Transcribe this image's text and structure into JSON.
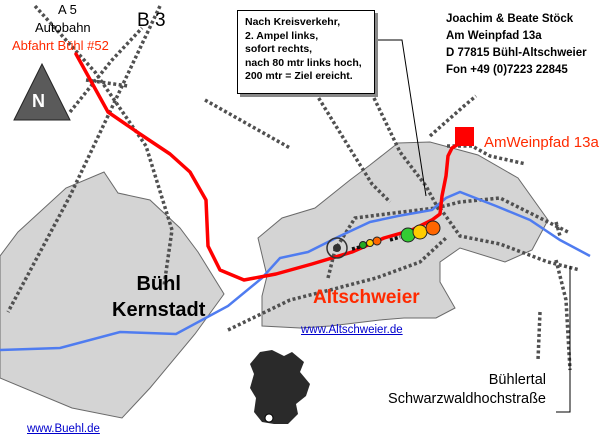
{
  "labels": {
    "a5": "A 5",
    "autobahn": "Autobahn",
    "exit": "Abfahrt Bühl  #52",
    "b3": "B 3",
    "destination": "AmWeinpfad 13a",
    "buehl_line1": "Bühl",
    "buehl_line2": "Kernstadt",
    "altschweier": "Altschweier",
    "direction_line1": "Bühlertal",
    "direction_line2": "Schwarzwaldhochstraße",
    "north": "N"
  },
  "directions_note": [
    "Nach Kreisverkehr,",
    "2. Ampel links,",
    "sofort rechts,",
    "nach 80 mtr links hoch,",
    "200 mtr = Ziel ereicht."
  ],
  "address": [
    "Joachim & Beate Stöck",
    "Am Weinpfad 13a",
    "D 77815 Bühl-Altschweier",
    "Fon +49 (0)7223 22845"
  ],
  "links": {
    "altschweier_url": "www.Altschweier.de",
    "buehl_url": "www.Buehl.de"
  },
  "colors": {
    "route": "#ff0000",
    "river": "#4f7cf0",
    "roads": "#505050",
    "town_area": "#d4d4d4",
    "label_red": "#ff2a00",
    "link_blue": "#0000cc"
  },
  "icons": {
    "north_arrow": "north-arrow-icon",
    "destination_marker": "destination-marker-icon",
    "roundabout": "roundabout-icon",
    "traffic_lights": "traffic-light-icon",
    "germany_map": "germany-outline-icon"
  }
}
